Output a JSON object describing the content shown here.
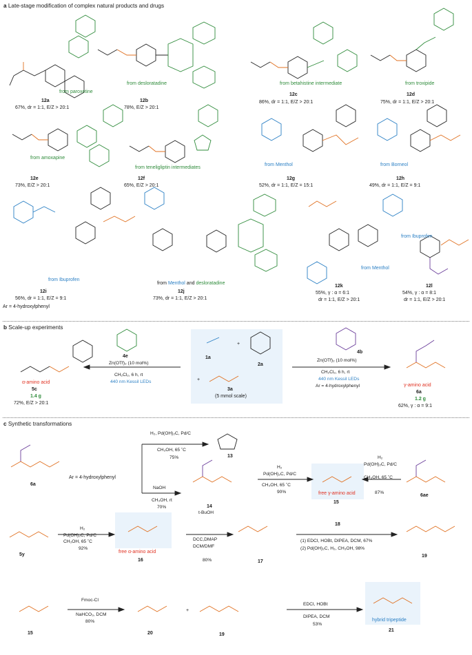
{
  "sectionA": {
    "letter": "a",
    "title": "Late-stage modification of complex natural products and drugs",
    "items": [
      {
        "cpd": "12a",
        "src": "from paroxetine",
        "data": "67%,  dr = 1:1, E/Z > 20:1"
      },
      {
        "cpd": "12b",
        "src": "from desloratadine",
        "data": "78%, E/Z > 20:1"
      },
      {
        "cpd": "12c",
        "src": "from betahistine intermediate",
        "data": "86%,  dr = 1:1, E/Z > 20:1"
      },
      {
        "cpd": "12d",
        "src": "from troxipide",
        "data": "75%,  dr = 1:1, E/Z > 20:1"
      },
      {
        "cpd": "12e",
        "src": "from amoxapine",
        "data": "73%, E/Z > 20:1"
      },
      {
        "cpd": "12f",
        "src": "from teneligliptin intermediates",
        "data": "65%, E/Z > 20:1"
      },
      {
        "cpd": "12g",
        "src": "from Menthol",
        "data": "52%,  dr = 1:1, E/Z = 15:1"
      },
      {
        "cpd": "12h",
        "src": "from Borneol",
        "data": "49%,  dr = 1:1, E/Z = 9:1"
      },
      {
        "cpd": "12i",
        "src": "from Ibuprofen",
        "data": "56%,  dr = 1:1, E/Z = 9:1"
      },
      {
        "cpd": "12j",
        "src_a": "from ",
        "src_b": "Menthol",
        "src_c": " and ",
        "src_d": "desloratadine",
        "data": "73%,  dr = 1:1, E/Z > 20:1"
      },
      {
        "cpd": "12k",
        "src": "from Menthol",
        "data": "55%,  γ : α = 6:1",
        "data2": "dr = 1:1, E/Z > 20:1"
      },
      {
        "cpd": "12l",
        "src": "from Ibuprofen",
        "data": "54%,  γ : α = 8:1",
        "data2": "dr = 1:1, E/Z > 20:1"
      }
    ],
    "ar_note": "Ar = 4-hydroxylphenyl"
  },
  "sectionB": {
    "letter": "b",
    "title": "Scale-up experiments",
    "left_reagent": "4e",
    "left_cond1": "Zn(OTf)₂ (10 mol%)",
    "left_cond2": "CH₂Cl₂, 6 h, rt",
    "left_cond3": "440 nm Kessil LEDs",
    "left_type": "α-amino acid",
    "left_cpd": "5c",
    "left_scale": "1.4 g",
    "left_yield": "72%, E/Z > 20:1",
    "mid_1a": "1a",
    "mid_2a": "2a",
    "mid_3a": "3a",
    "mid_scale": "(5 mmol scale)",
    "mid_plus": "+",
    "right_reagent": "4b",
    "right_cond1": "Zn(OTf)₂ (10 mol%)",
    "right_cond2": "CH₂Cl₂, 6 h, rt",
    "right_cond3": "440 nm Kessil LEDs",
    "right_cond4": "Ar = 4-hydroxylphenyl",
    "right_type": "γ-amino acid",
    "right_cpd": "6a",
    "right_scale": "1.2 g",
    "right_yield": "62%, γ : α = 9:1"
  },
  "sectionC": {
    "letter": "c",
    "title": "Synthetic transformations",
    "r1": {
      "start": "6a",
      "ar": "Ar = 4-hydroxylphenyl",
      "top_cond": "H₂, Pd(OH)₂C, Pd/C",
      "top_cond2": "CH₃OH, 65 ˚C",
      "top_yield": "75%",
      "top_cpd": "13",
      "bot_cond": "NaOH",
      "bot_cond2": "CH₃OH, rt",
      "bot_yield": "70%",
      "bot_cpd": "14",
      "h2_cond": "H₂",
      "h2_cond2": "Pd(OH)₂C, Pd/C",
      "h2_cond3": "CH₃OH, 65 ˚C",
      "h2_yield": "90%",
      "free_label": "free γ-amino acid",
      "free_cpd": "15",
      "right_cond": "H₂",
      "right_cond2": "Pd(OH)₂C, Pd/C",
      "right_cond3": "CH₃OH, 65 ˚C",
      "right_yield": "87%",
      "right_cpd": "6ae"
    },
    "r2": {
      "start": "5y",
      "c1": "H₂",
      "c2": "Pd(OH)₂C, Pd/C",
      "c3": "CH₃OH, 65 ˚C",
      "c4": "92%",
      "free_label": "free α-amino acid",
      "free_cpd": "16",
      "d1": "t-BuOH",
      "d2": "DCC,DMAP",
      "d3": "DCM/DMF",
      "d4": "80%",
      "cpd17": "17",
      "e_top": "18",
      "e1": "(1) EDCI, HOBt, DIPEA, DCM, 67%",
      "e2": "(2) Pd(OH)₂C, H₂, CH₃OH, 98%",
      "cpd19": "19"
    },
    "r3": {
      "start": "15",
      "f1": "Fmoc-Cl",
      "f2": "NaHCO₃, DCM",
      "f3": "80%",
      "cpd20": "20",
      "plus": "+",
      "cpd19": "19",
      "g1": "EDCI, HOBt",
      "g2": "DIPEA, DCM",
      "g3": "53%",
      "final_label": "hybrid tripeptide",
      "cpd21": "21"
    }
  }
}
